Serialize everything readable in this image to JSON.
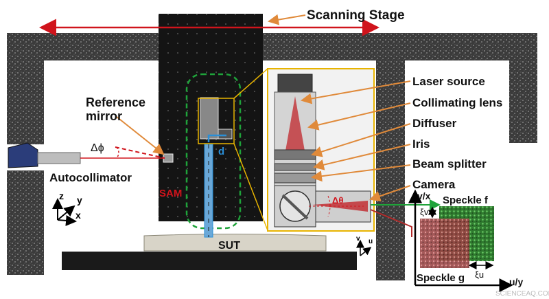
{
  "labels": {
    "scanning_stage": "Scanning Stage",
    "reference_mirror_line1": "Reference",
    "reference_mirror_line2": "mirror",
    "delta_phi": "Δϕ",
    "autocollimator": "Autocollimator",
    "sam": "SAM",
    "d": "d",
    "sut": "SUT",
    "laser_source": "Laser source",
    "collimating_lens": "Collimating lens",
    "diffuser": "Diffuser",
    "iris": "Iris",
    "beam_splitter": "Beam splitter",
    "camera": "Camera",
    "delta_theta": "Δθ",
    "axis_z": "z",
    "axis_y": "y",
    "axis_x": "x",
    "axis_v": "v",
    "axis_u": "u",
    "vx": "v/x",
    "uy": "u/y",
    "speckle_f": "Speckle f",
    "speckle_g": "Speckle g",
    "xi_v": "ξv",
    "xi_u": "ξu",
    "watermark": "SCIENCEAQ.COM"
  },
  "colors": {
    "frame_gray": "#3a3a3a",
    "stage_black": "#111111",
    "arrow_red": "#d0141c",
    "callout_orange": "#e08a3a",
    "sam_green": "#1fa33a",
    "detail_yellow": "#e8b400",
    "beam_blue": "#2a8fd8",
    "speckle_green": "#3f9a3a",
    "speckle_red": "#b34a4a"
  }
}
